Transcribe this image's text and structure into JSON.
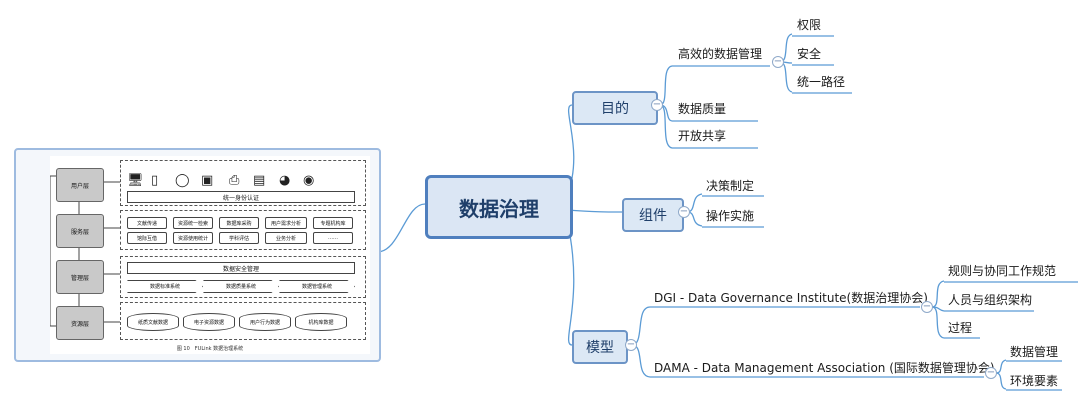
{
  "central": "数据治理",
  "branches": {
    "goal": {
      "label": "目的",
      "children": [
        {
          "label": "高效的数据管理",
          "children": [
            "权限",
            "安全",
            "统一路径"
          ]
        },
        {
          "label": "数据质量"
        },
        {
          "label": "开放共享"
        }
      ]
    },
    "component": {
      "label": "组件",
      "children": [
        "决策制定",
        "操作实施"
      ]
    },
    "model": {
      "label": "模型",
      "children": [
        {
          "label": "DGI - Data Governance Institute(数据治理协会)",
          "children": [
            "规则与协同工作规范",
            "人员与组织架构",
            "过程"
          ]
        },
        {
          "label": "DAMA - Data Management Association (国际数据管理协会)",
          "children": [
            "数据管理",
            "环境要素"
          ]
        }
      ]
    }
  },
  "figure": {
    "layers": [
      "用户层",
      "服务层",
      "管理层",
      "资源层"
    ],
    "auth_bar": "统一身份认证",
    "services_row1": [
      "文献传递",
      "资源统一检索",
      "数据库采购",
      "用户需求分析",
      "专题机构库"
    ],
    "services_row2": [
      "馆际互借",
      "资源使用统计",
      "学科评估",
      "业务分析",
      "……"
    ],
    "security_bar": "数据安全管理",
    "systems": [
      "数据标准系统",
      "数据质量系统",
      "数据管理系统"
    ],
    "data_sources": [
      "纸质文献数据",
      "电子资源数据",
      "用户行为数据",
      "机构库数据"
    ],
    "caption": "图 10　FULink 数据治理系统"
  }
}
